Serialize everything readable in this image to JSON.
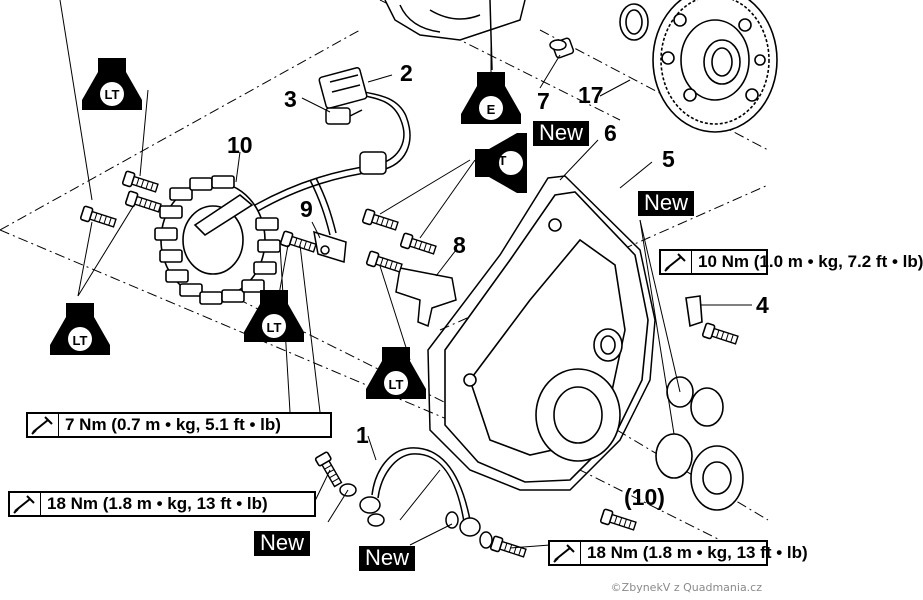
{
  "callouts": {
    "c1": "1",
    "c2": "2",
    "c3": "3",
    "c4": "4",
    "c5": "5",
    "c6": "6",
    "c7": "7",
    "c8": "8",
    "c9": "9",
    "c10": "10",
    "c10b": "(10)",
    "c17": "17"
  },
  "badges": {
    "new": "New",
    "lt": "LT",
    "e": "E"
  },
  "torque": {
    "t1": "7 Nm (0.7 m • kg, 5.1 ft • lb)",
    "t2": "18 Nm (1.8 m • kg, 13 ft • lb)",
    "t3": "18 Nm (1.8 m • kg, 13 ft • lb)",
    "t4": "10 Nm (1.0 m • kg, 7.2 ft • lb)"
  },
  "watermark": "©ZbynekV z Quadmania.cz"
}
